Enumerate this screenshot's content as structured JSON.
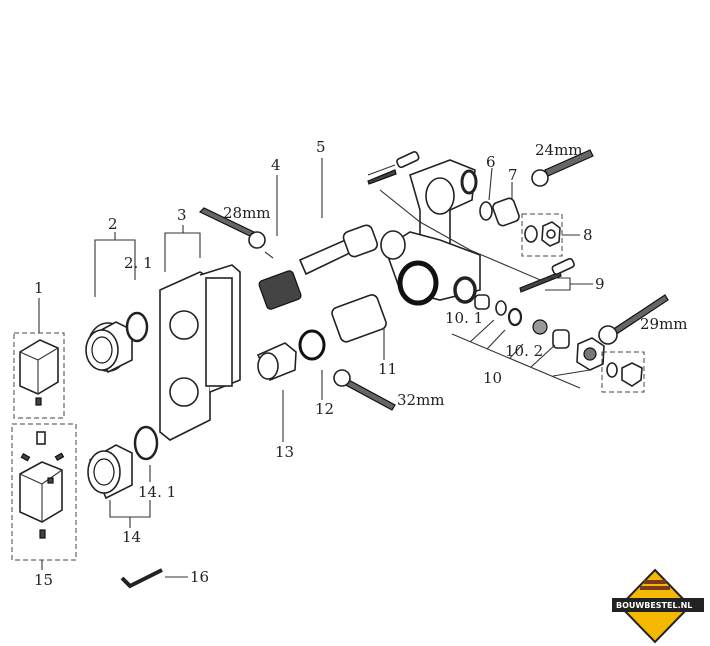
{
  "diagram": {
    "part_labels": {
      "p1": "1",
      "p2": "2",
      "p2_1": "2. 1",
      "p3": "3",
      "p4": "4",
      "p5": "5",
      "p6": "6",
      "p7": "7",
      "p8": "8",
      "p9": "9",
      "p10": "10",
      "p10_1": "10. 1",
      "p10_2": "10. 2",
      "p11": "11",
      "p12": "12",
      "p13": "13",
      "p14": "14",
      "p14_1": "14. 1",
      "p15": "15",
      "p16": "16"
    },
    "wrench_sizes": {
      "w24": "24mm",
      "w28": "28mm",
      "w29": "29mm",
      "w32": "32mm"
    }
  },
  "logo": {
    "text": "BOUWBESTEL.NL",
    "color": "#f5b800"
  }
}
